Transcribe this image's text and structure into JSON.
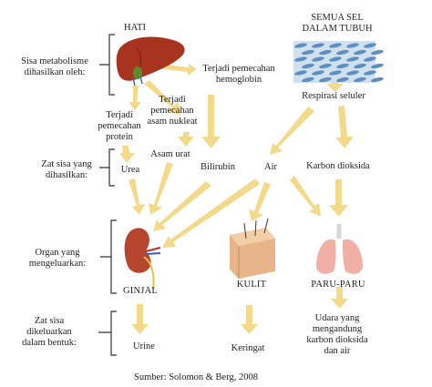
{
  "titles": {
    "hati": "HATI",
    "semua_sel_line1": "SEMUA SEL",
    "semua_sel_line2": "DALAM TUBUH"
  },
  "left_labels": {
    "sisa_line1": "Sisa metabolisme",
    "sisa_line2": "dihasilkan oleh:",
    "zat_sisa_line1": "Zat sisa yang",
    "zat_sisa_line2": "dihasilkan:",
    "organ_line1": "Organ yang",
    "organ_line2": "mengeluarkan:",
    "dikeluarkan_line1": "Zat sisa",
    "dikeluarkan_line2": "dikeluarkan",
    "dikeluarkan_line3": "dalam bentuk:"
  },
  "processes": {
    "hemoglobin_line1": "Terjadi pemecahan",
    "hemoglobin_line2": "hemoglobin",
    "nukleat_line1": "Terjadi",
    "nukleat_line2": "pemecahan",
    "nukleat_line3": "asam nukleat",
    "protein_line1": "Terjadi",
    "protein_line2": "pemecahan",
    "protein_line3": "protein",
    "respirasi": "Respirasi seluler"
  },
  "wastes": {
    "urea": "Urea",
    "asam_urat": "Asam urat",
    "bilirubin": "Bilirubin",
    "air": "Air",
    "karbon_dioksida": "Karbon dioksida"
  },
  "organs": {
    "ginjal": "GINJAL",
    "kulit": "KULIT",
    "paru": "PARU-PARU"
  },
  "outputs": {
    "urine": "Urine",
    "keringat": "Keringat",
    "udara_line1": "Udara yang",
    "udara_line2": "mengandung",
    "udara_line3": "karbon dioksida",
    "udara_line4": "dan air"
  },
  "source": "Sumber: Solomon & Berg, 2008",
  "colors": {
    "arrow": "#f3d98a",
    "liver": "#a8341f",
    "kidney": "#b5452c",
    "lung": "#f0b0a8",
    "skin": "#e8b48a",
    "cells": "#cfe1ee",
    "bracket": "#333333"
  }
}
